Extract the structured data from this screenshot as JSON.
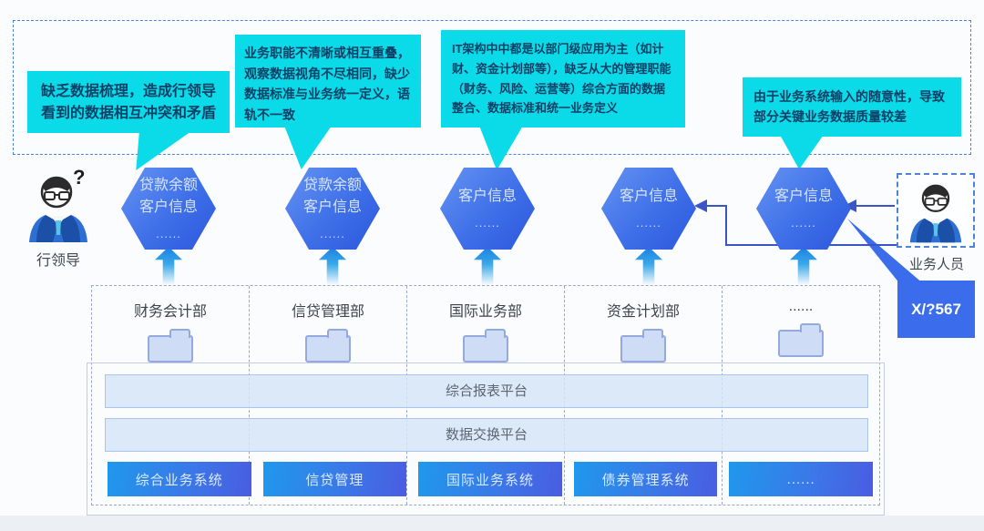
{
  "callouts": [
    {
      "text": "缺乏数据梳理，造成行领导看到的数据相互冲突和矛盾"
    },
    {
      "text": "业务职能不清晰或相互重叠，观察数据视角不尽相同，缺少数据标准与业务统一定义，语轨不一致"
    },
    {
      "text": "IT架构中中都是以部门级应用为主（如计财、资金计划部等），缺乏从大的管理职能（财务、风险、运营等）综合方面的数据整合、数据标准和统一业务定义"
    },
    {
      "text": "由于业务系统输入的随意性，导致部分关键业务数据质量较差"
    }
  ],
  "actors": {
    "leader": {
      "label": "行领导",
      "question_mark": "?"
    },
    "staff": {
      "label": "业务人员"
    }
  },
  "hexagons": [
    {
      "lines": [
        "贷款余额",
        "客户信息",
        "......"
      ]
    },
    {
      "lines": [
        "贷款余额",
        "客户信息",
        "......"
      ]
    },
    {
      "lines": [
        "客户信息",
        "......"
      ]
    },
    {
      "lines": [
        "客户信息",
        "......"
      ]
    },
    {
      "lines": [
        "客户信息",
        "......"
      ]
    }
  ],
  "quality_tag": {
    "label": "X/?567"
  },
  "departments": [
    "财务会计部",
    "信贷管理部",
    "国际业务部",
    "资金计划部",
    "......"
  ],
  "platforms": [
    "综合报表平台",
    "数据交换平台"
  ],
  "systems": [
    "综合业务系统",
    "信贷管理",
    "国际业务系统",
    "债券管理系统",
    "......"
  ],
  "colors": {
    "callout_bg": "#0bdbe9",
    "callout_text": "#0d4066",
    "dashed_border_blue": "#4d84d8",
    "dashed_border_gray": "#9aa8c4",
    "hexagon_gradient": [
      "#6493f2",
      "#2c57dc"
    ],
    "up_arrow": "#1a7fe4",
    "connector_line": "#3a55c5",
    "platform_bar_bg": "#d6e5f8",
    "system_gradient": [
      "#1f98ec",
      "#4a5ce2"
    ],
    "quality_tag_bg": "#3b6cec"
  }
}
